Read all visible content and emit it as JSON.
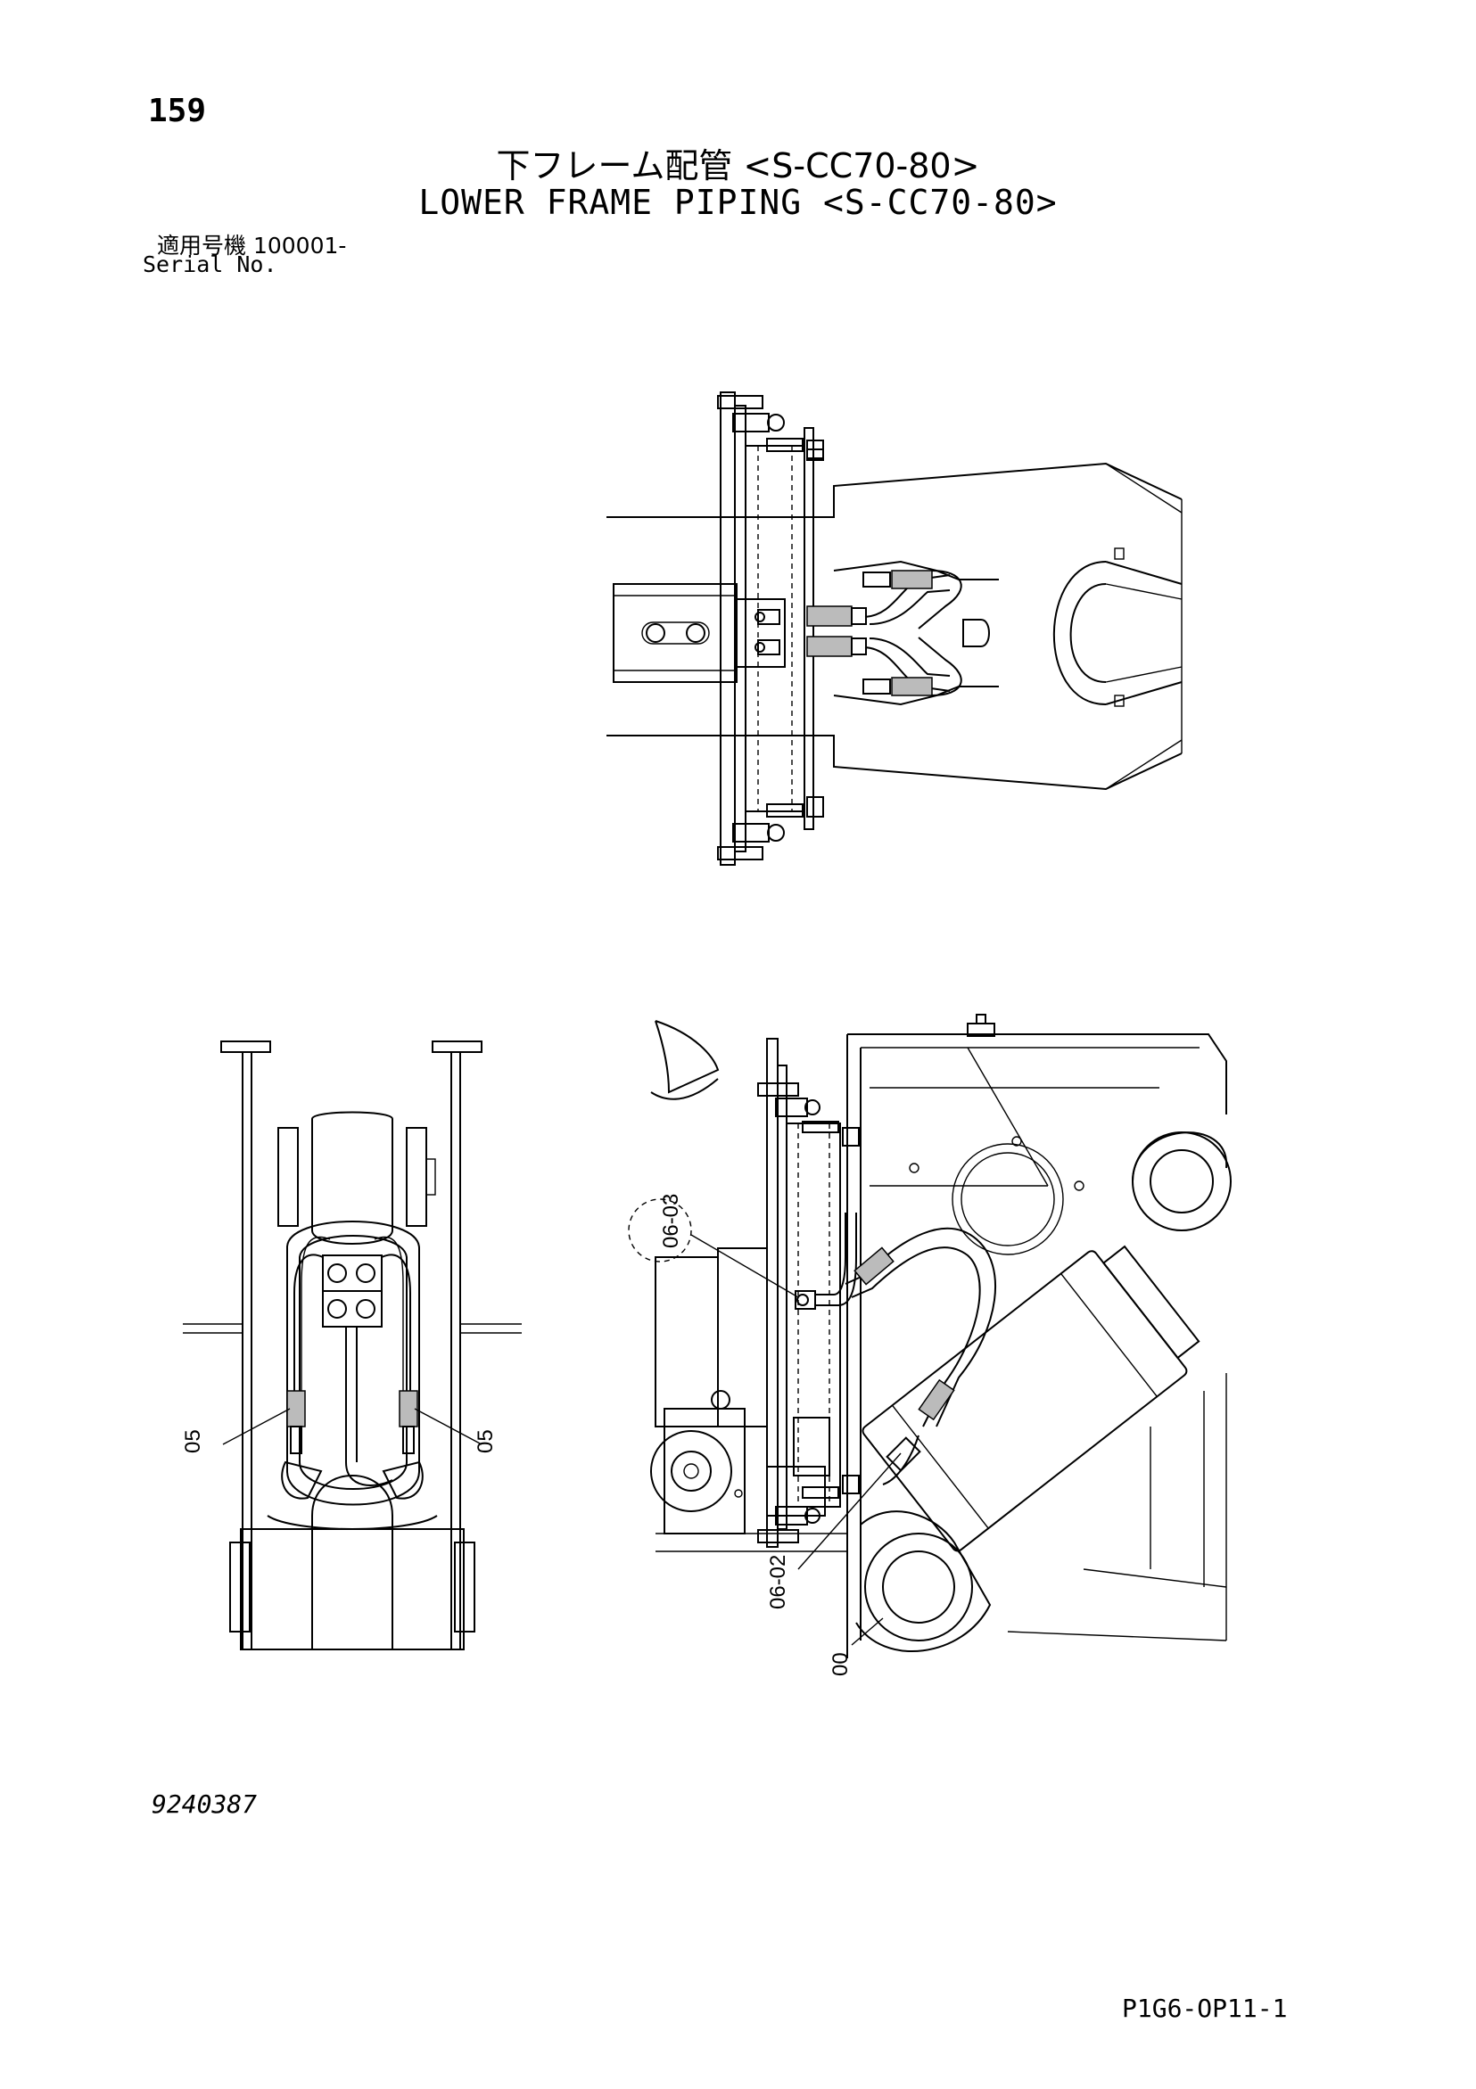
{
  "page": {
    "number": "159",
    "title_jp": "下フレーム配管 <S-CC70-80>",
    "title_en": "LOWER FRAME PIPING <S-CC70-80>",
    "serial_label_jp": "適用号機  100001-",
    "serial_label_en": "Serial No.",
    "drawing_number": "9240387",
    "page_code": "P1G6-OP11-1"
  },
  "callouts": {
    "front_left": "05",
    "front_right": "05",
    "side_upper": "06-03",
    "side_lower": "06-02",
    "side_bottom": "00"
  }
}
